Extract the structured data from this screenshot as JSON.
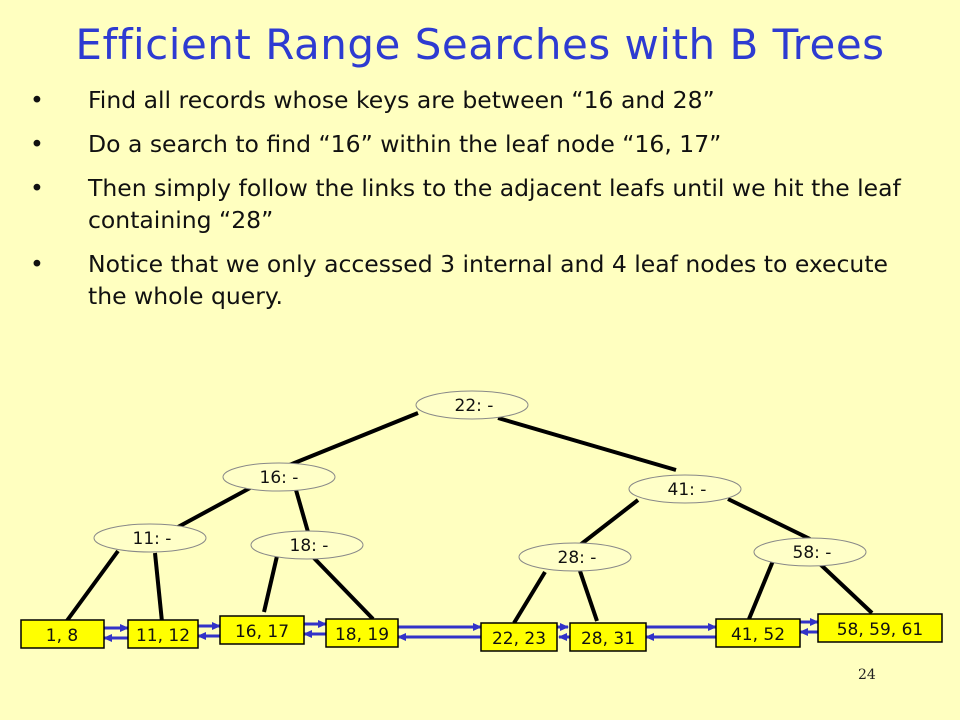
{
  "title": "Efficient Range Searches with B Trees",
  "bullets": [
    "Find all records whose keys are between “16 and 28”",
    "Do a search to find “16” within the leaf node “16, 17”",
    "Then simply follow the links to the adjacent leafs until we hit the leaf containing “28”",
    "Notice that we only accessed 3 internal and 4 leaf nodes to execute the whole query."
  ],
  "bullet_glyph": "•",
  "tree": {
    "internal_nodes": [
      "22: -",
      "16: -",
      "41: -",
      "11: -",
      "18: -",
      "28: -",
      "58: -"
    ],
    "leaf_nodes": [
      "1, 8",
      "11, 12",
      "16, 17",
      "18, 19",
      "22, 23",
      "28, 31",
      "41, 52",
      "58, 59, 61"
    ]
  },
  "colors": {
    "background": "#FFFFC0",
    "title": "#2E3BD1",
    "leaf_fill": "#FFFF00",
    "link_arrows": "#3232C8",
    "internal_fill": "#FFFFC8"
  },
  "slide_number": "24"
}
